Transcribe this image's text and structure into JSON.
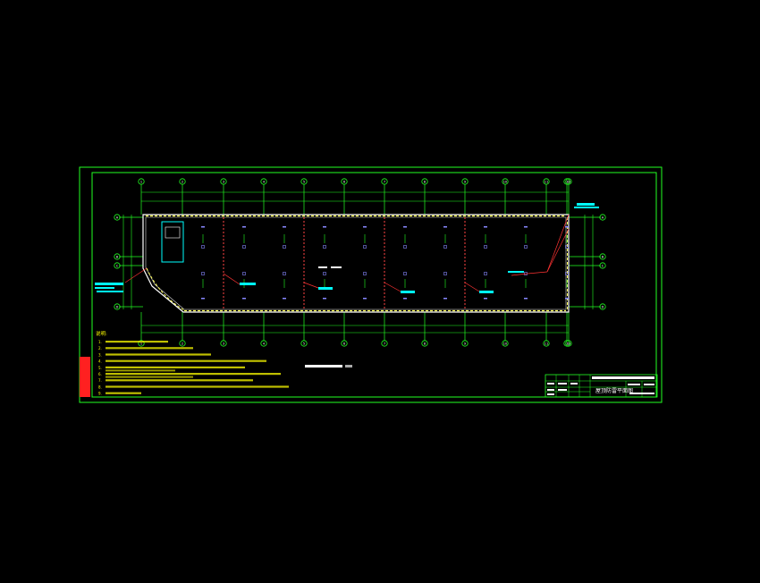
{
  "colors": {
    "background": "#000000",
    "frame": "#22ff22",
    "axis": "#22ff22",
    "building": "#ffffff",
    "annotation": "#00ffff",
    "leader": "#ff3333",
    "dashed": "#ff4444",
    "hatch": "#ffff55",
    "fixture": "#8888ff",
    "notes": "#ffff00",
    "sidebar": "#ff2020"
  },
  "drawing": {
    "axes_top": [
      "1",
      "2",
      "3",
      "4",
      "5",
      "6",
      "7",
      "8",
      "9",
      "10",
      "11",
      "12",
      "13"
    ],
    "axes_bottom": [
      "1",
      "2",
      "3",
      "4",
      "5",
      "6",
      "7",
      "8",
      "9",
      "10",
      "11",
      "12",
      "13"
    ],
    "axes_side": [
      "A",
      "B",
      "C",
      "D"
    ]
  },
  "notes": {
    "title": "说明:",
    "items": [
      "1.",
      "2.",
      "3.",
      "4.",
      "5.",
      "6.",
      "7.",
      "8.",
      "9."
    ]
  },
  "title_block": {
    "drawing_name": "屋顶防雷平面图"
  }
}
